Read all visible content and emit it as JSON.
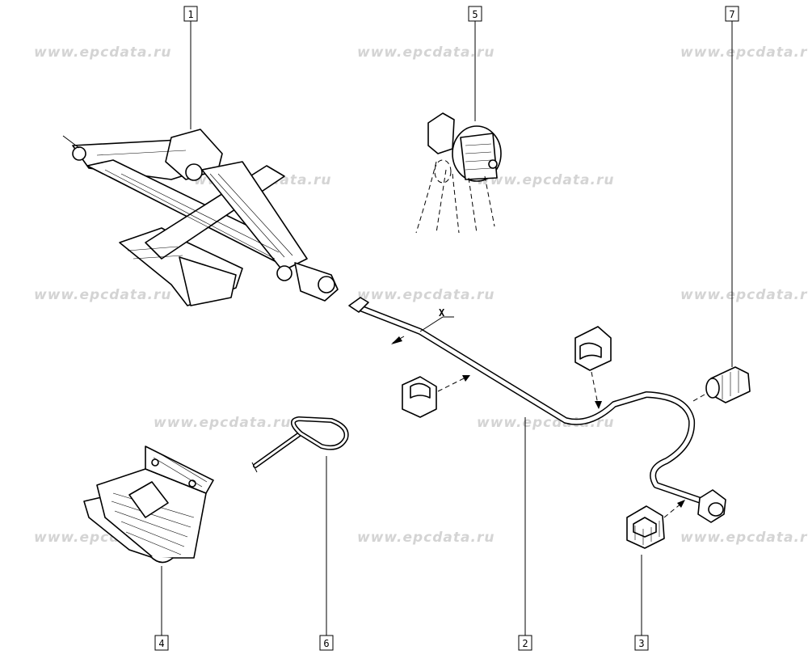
{
  "watermark": "www.epcdata.ru",
  "callouts": [
    {
      "id": "callout-1",
      "label": "1"
    },
    {
      "id": "callout-2",
      "label": "2"
    },
    {
      "id": "callout-3",
      "label": "3"
    },
    {
      "id": "callout-4",
      "label": "4"
    },
    {
      "id": "callout-5",
      "label": "5"
    },
    {
      "id": "callout-6",
      "label": "6"
    },
    {
      "id": "callout-7",
      "label": "7"
    }
  ],
  "dimension_label": "X"
}
